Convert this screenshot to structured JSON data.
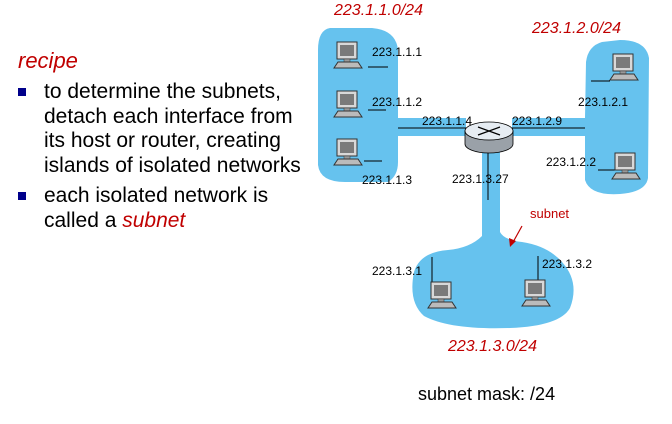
{
  "slide": {
    "recipe": "recipe",
    "bullets": [
      "to determine the subnets, detach each interface from its host or router, creating islands of isolated networks",
      "each isolated network is called a "
    ],
    "bullet2_emphasis": "subnet",
    "mask_label": "subnet mask: /24"
  },
  "diagram": {
    "networks": [
      "223.1.1.0/24",
      "223.1.2.0/24",
      "223.1.3.0/24"
    ],
    "subnet_callout": "subnet",
    "interfaces": {
      "h111": "223.1.1.1",
      "h112": "223.1.1.2",
      "h113": "223.1.1.3",
      "r114": "223.1.1.4",
      "r129": "223.1.2.9",
      "h121": "223.1.2.1",
      "h122": "223.1.2.2",
      "r327": "223.1.3.27",
      "h31": "223.1.3.1",
      "h32": "223.1.3.2"
    },
    "colors": {
      "subnet_fill": "#66c2ee",
      "label_red": "#c00000",
      "bullet": "#00008b"
    }
  }
}
